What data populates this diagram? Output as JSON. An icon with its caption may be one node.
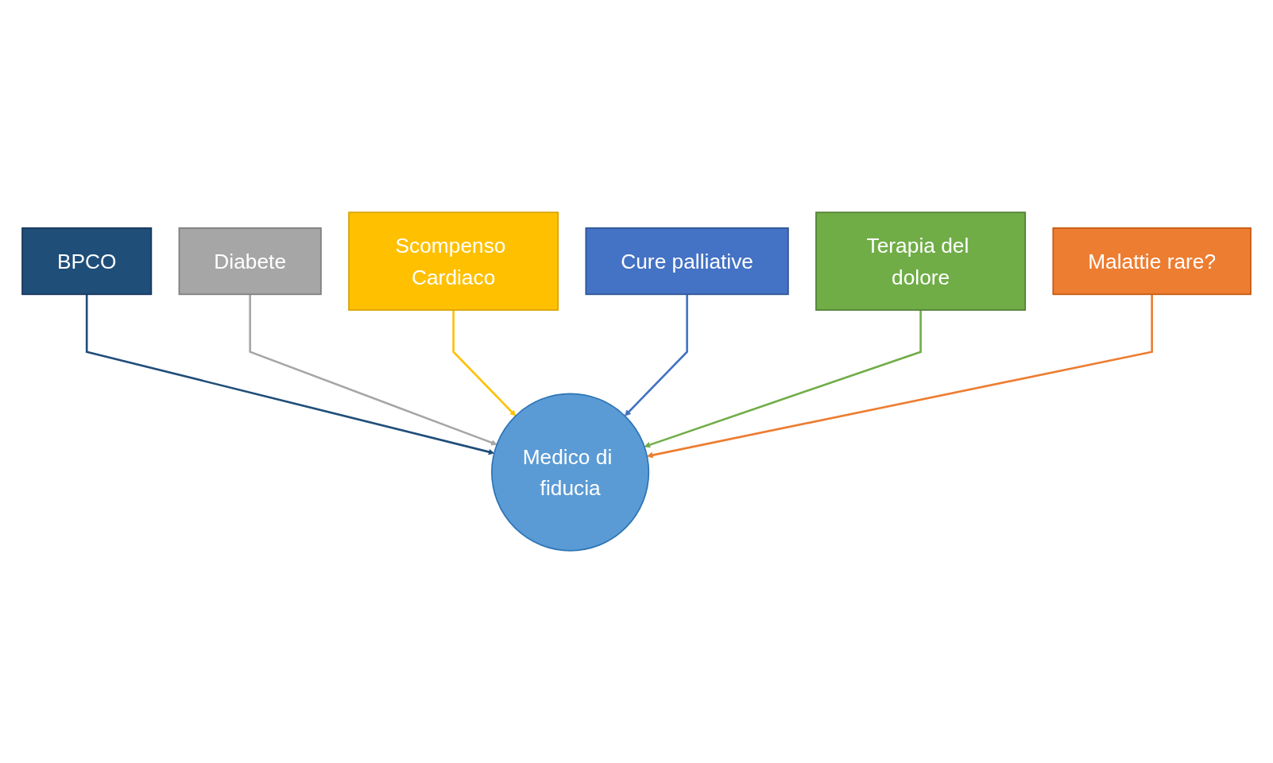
{
  "diagram": {
    "nodes": [
      {
        "text": [
          "BPCO"
        ]
      },
      {
        "text": [
          "Diabete"
        ]
      },
      {
        "text": [
          "Scompenso Cardiaco"
        ]
      },
      {
        "text": [
          "Cure palliative"
        ]
      },
      {
        "text": [
          "Terapia del dolore"
        ]
      },
      {
        "text": [
          "Malattie rare?"
        ]
      },
      {
        "text": [
          "Medico di fiducia"
        ]
      }
    ],
    "edges": [
      {
        "from": 0,
        "to": 6,
        "arrow": "to",
        "color": "#1f4e79"
      },
      {
        "from": 1,
        "to": 6,
        "arrow": "to",
        "color": "#a6a6a6"
      },
      {
        "from": 2,
        "to": 6,
        "arrow": "to",
        "color": "#ffc000"
      },
      {
        "from": 3,
        "to": 6,
        "arrow": "to",
        "color": "#4472c4"
      },
      {
        "from": 4,
        "to": 6,
        "arrow": "to",
        "color": "#70ad47"
      },
      {
        "from": 5,
        "to": 6,
        "arrow": "to",
        "color": "#ed7d31"
      }
    ]
  }
}
